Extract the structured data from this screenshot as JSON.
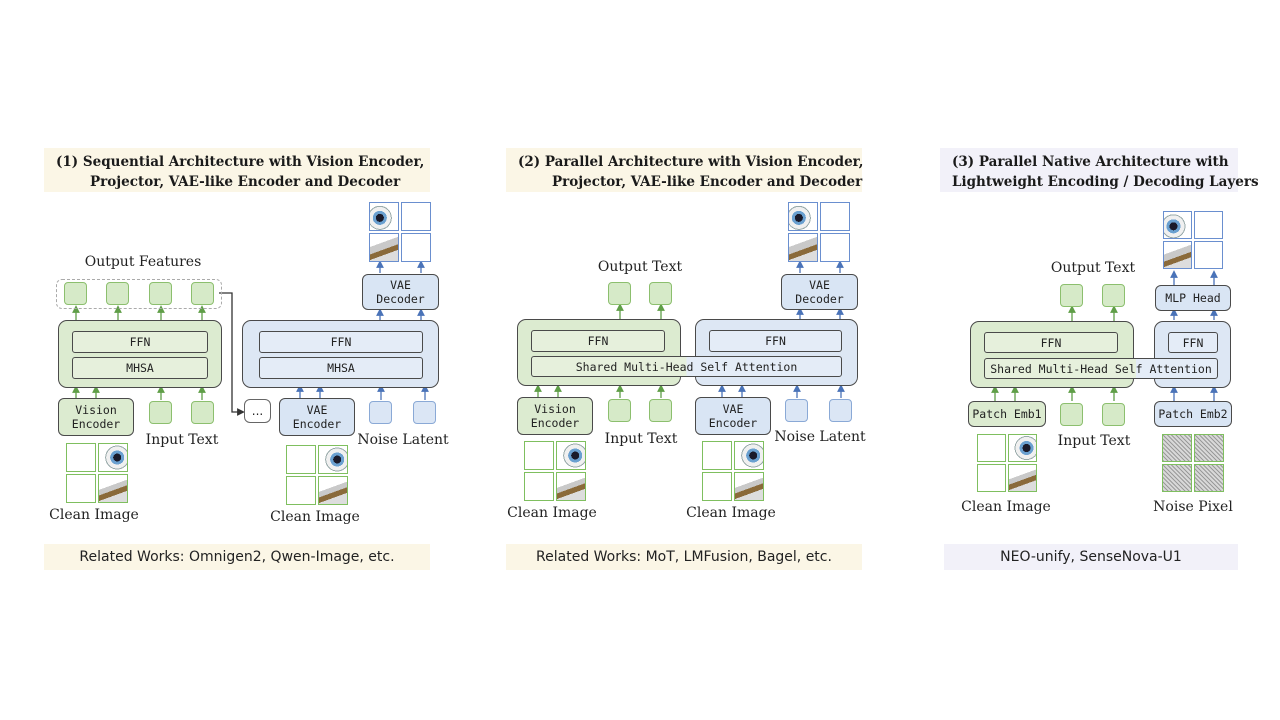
{
  "panels": [
    {
      "title_lines": [
        "(1) Sequential Architecture with Vision Encoder,",
        "Projector, VAE-like Encoder and Decoder"
      ],
      "footer": "Related Works:  Omnigen2, Qwen-Image, etc.",
      "output_features_label": "Output Features",
      "ffn_label": "FFN",
      "mhsa_label": "MHSA",
      "vision_encoder_label": "Vision Encoder",
      "input_text_label": "Input Text",
      "clean_image_label": "Clean Image",
      "ellipsis": "...",
      "vae_encoder_label": "VAE Encoder",
      "vae_decoder_label": "VAE Decoder",
      "noise_latent_label": "Noise Latent",
      "clean_image_label_2": "Clean Image"
    },
    {
      "title_lines": [
        "(2) Parallel Architecture with Vision Encoder,",
        "Projector, VAE-like Encoder and Decoder"
      ],
      "footer": "Related Works: MoT, LMFusion, Bagel, etc.",
      "output_text_label": "Output Text",
      "ffn_label": "FFN",
      "shared_attn_label": "Shared Multi-Head Self Attention",
      "vision_encoder_label": "Vision Encoder",
      "input_text_label": "Input Text",
      "clean_image_label": "Clean Image",
      "vae_encoder_label": "VAE Encoder",
      "vae_decoder_label": "VAE Decoder",
      "noise_latent_label": "Noise Latent",
      "clean_image_label_2": "Clean Image"
    },
    {
      "title_lines": [
        "(3) Parallel Native Architecture with",
        "Lightweight Encoding / Decoding Layers"
      ],
      "footer": "NEO-unify, SenseNova-U1",
      "output_text_label": "Output Text",
      "ffn_label": "FFN",
      "shared_attn_label": "Shared Multi-Head Self Attention",
      "patch_emb1_label": "Patch Emb1",
      "patch_emb2_label": "Patch Emb2",
      "mlp_head_label": "MLP Head",
      "input_text_label": "Input Text",
      "clean_image_label": "Clean Image",
      "noise_pixel_label": "Noise Pixel"
    }
  ],
  "colors": {
    "understanding_green": "#dcebd0",
    "generation_blue": "#dde7f4",
    "title_bg_tan": "#fbf6e6",
    "title_bg_lavender": "#f2f1f9",
    "arrow_green": "#5f9e47",
    "arrow_blue": "#4a73b8"
  }
}
